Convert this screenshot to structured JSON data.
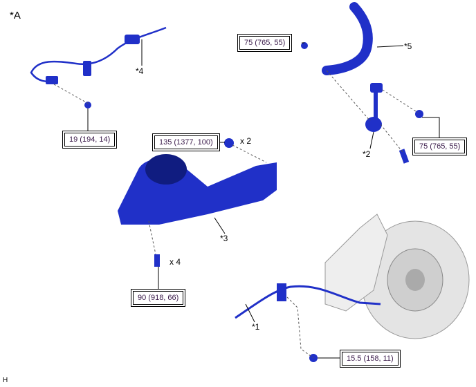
{
  "figure_label": "*A",
  "corner_mark": "H",
  "colors": {
    "part_blue": "#2030c8",
    "part_dark": "#101c80",
    "hub_gray": "#d8d8d8",
    "line": "#000000"
  },
  "callouts": {
    "c1": "*1",
    "c2": "*2",
    "c3": "*3",
    "c4": "*4",
    "c5": "*5"
  },
  "quantities": {
    "upper_bolt": "x 2",
    "lower_bolt": "x 4"
  },
  "torques": {
    "stabilizer_nut": "75 (765, 55)",
    "link_nut": "75 (765, 55)",
    "sensor_bolt": "19 (194, 14)",
    "arm_upper_bolt": "135 (1377, 100)",
    "arm_lower_bolt": "90 (918, 66)",
    "harness_bolt": "15.5 (158, 11)"
  }
}
